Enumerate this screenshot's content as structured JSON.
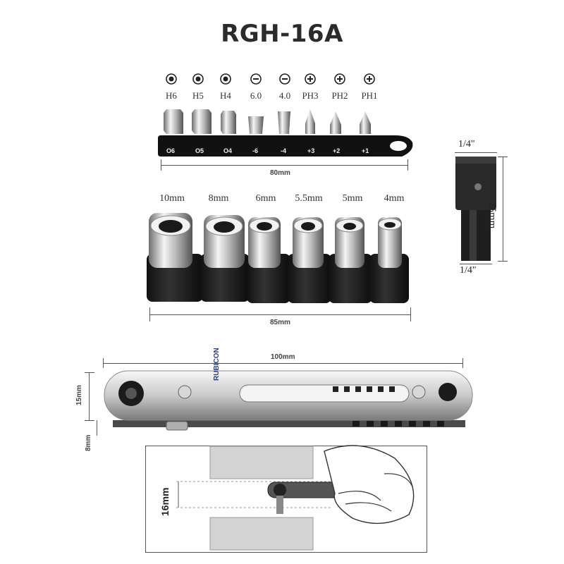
{
  "title": "RGH-16A",
  "bits": {
    "icons": [
      "hex-socket-icon",
      "hex-socket-icon",
      "hex-socket-icon",
      "slotted-icon",
      "slotted-icon",
      "phillips-icon",
      "phillips-icon",
      "phillips-icon"
    ],
    "labels": [
      "H6",
      "H5",
      "H4",
      "6.0",
      "4.0",
      "PH3",
      "PH2",
      "PH1"
    ],
    "holder_marks": [
      "O6",
      "O5",
      "O4",
      "-6",
      "-4",
      "+3",
      "+2",
      "+1"
    ],
    "width": "80mm"
  },
  "sockets": {
    "labels": [
      "10mm",
      "8mm",
      "6mm",
      "5.5mm",
      "5mm",
      "4mm"
    ],
    "width": "85mm"
  },
  "adapter": {
    "top": "1/4\"",
    "bottom": "1/4\"",
    "length": "25mm"
  },
  "ratchet": {
    "length": "100mm",
    "height": "15mm",
    "thickness": "8mm",
    "brand": "RUBICON",
    "clearance": "16mm"
  }
}
